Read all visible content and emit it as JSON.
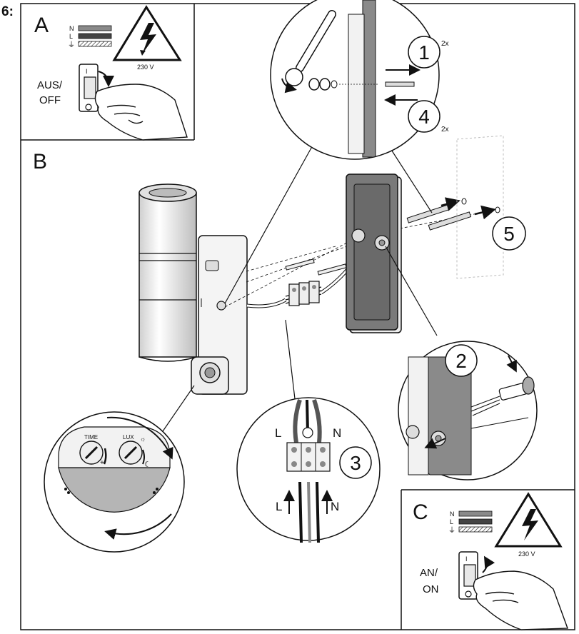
{
  "figure": {
    "step_label": "6:",
    "panel_a": {
      "letter": "A",
      "legend": [
        "N",
        "L",
        "⏚"
      ],
      "voltage": "230 V",
      "switch_label_line1": "AUS/",
      "switch_label_line2": "OFF",
      "switch_mark": "I"
    },
    "panel_b": {
      "letter": "B",
      "steps": {
        "s1": "1",
        "s1_count": "2x",
        "s2": "2",
        "s3": "3",
        "s4": "4",
        "s4_count": "2x",
        "s5": "5"
      },
      "terminal_labels": {
        "l_top": "L",
        "n_top": "N",
        "l_bottom": "L",
        "n_bottom": "N"
      },
      "sensor_labels": {
        "time": "TIME",
        "lux": "LUX",
        "plus": "+"
      }
    },
    "panel_c": {
      "letter": "C",
      "legend": [
        "N",
        "L",
        "⏚"
      ],
      "voltage": "230 V",
      "switch_label_line1": "AN/",
      "switch_label_line2": "ON",
      "switch_mark": "I"
    }
  },
  "colors": {
    "ink": "#111111",
    "grey_dark": "#555555",
    "grey_mid": "#8a8a8a",
    "grey_light": "#c8c8c8",
    "shade": "#b5b5b5"
  }
}
